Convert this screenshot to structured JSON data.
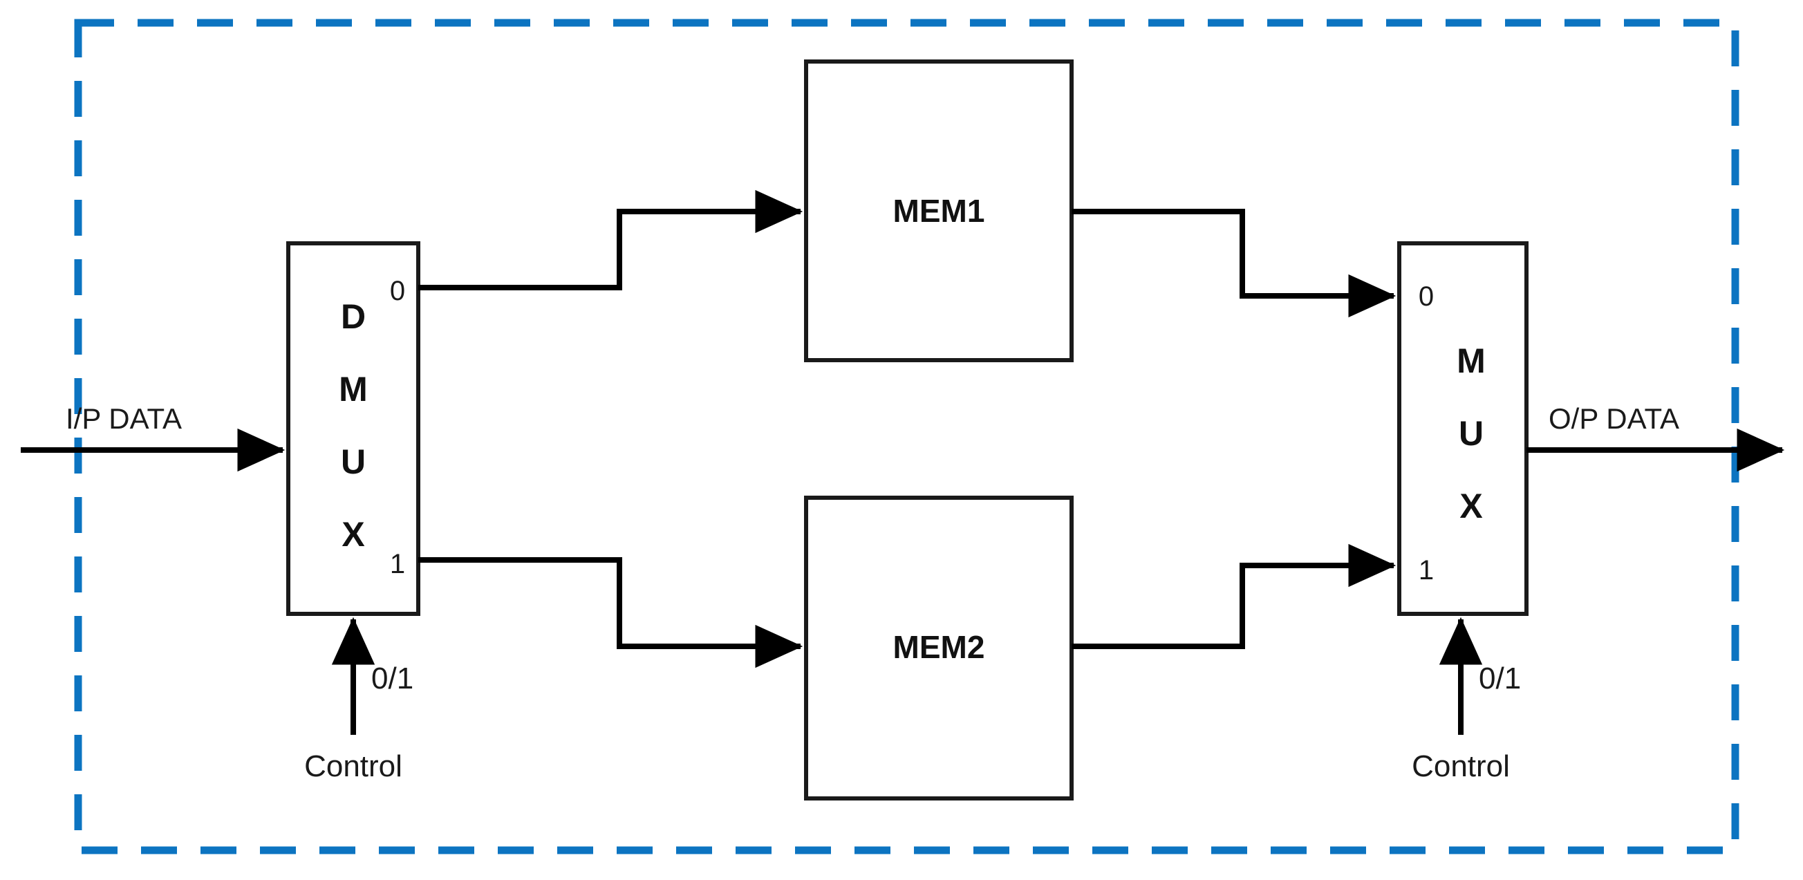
{
  "diagram": {
    "title": "Memory interleaving block diagram with DMUX, two memory banks and MUX",
    "colors": {
      "boundary": "#0c74c1",
      "wire": "#000000",
      "box_stroke": "#1a1a1a",
      "text": "#1a1a1a",
      "background": "#ffffff"
    },
    "boundary": {
      "name": "system-boundary",
      "style": "dashed",
      "color": "#0c74c1"
    },
    "blocks": [
      {
        "id": "dmux",
        "label_lines": [
          "D",
          "M",
          "U",
          "X"
        ],
        "label_text": "DMUX",
        "ports_out": [
          "0",
          "1"
        ],
        "control_label": "0/1",
        "control_source": "Control"
      },
      {
        "id": "mem1",
        "label_text": "MEM1"
      },
      {
        "id": "mem2",
        "label_text": "MEM2"
      },
      {
        "id": "mux",
        "label_lines": [
          "M",
          "U",
          "X"
        ],
        "label_text": "MUX",
        "ports_in": [
          "0",
          "1"
        ],
        "control_label": "0/1",
        "control_source": "Control"
      }
    ],
    "signals": {
      "input": "I/P DATA",
      "output": "O/P DATA"
    },
    "dmux": {
      "letter_d": "D",
      "letter_m": "M",
      "letter_u": "U",
      "letter_x": "X",
      "port_zero": "0",
      "port_one": "1",
      "control_value": "0/1",
      "control_name": "Control"
    },
    "mux": {
      "letter_m": "M",
      "letter_u": "U",
      "letter_x": "X",
      "port_zero": "0",
      "port_one": "1",
      "control_value": "0/1",
      "control_name": "Control"
    },
    "mem1": {
      "label": "MEM1"
    },
    "mem2": {
      "label": "MEM2"
    }
  }
}
